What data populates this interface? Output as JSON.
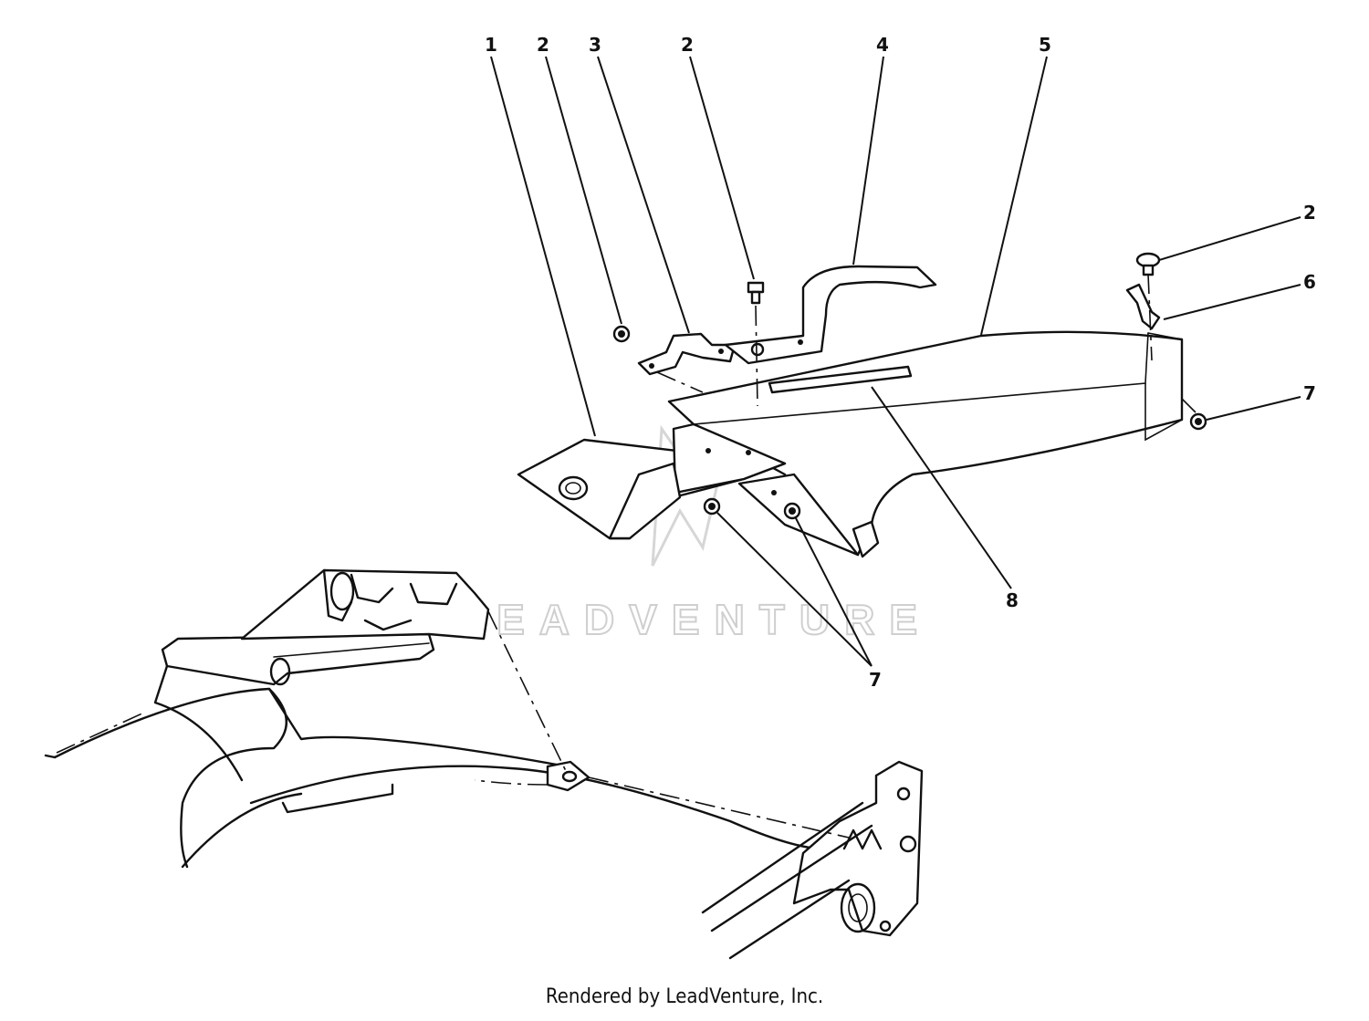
{
  "callouts": [
    "1",
    "2",
    "3",
    "2",
    "4",
    "5",
    "2",
    "6",
    "7",
    "8",
    "7"
  ],
  "watermark": "LEADVENTURE",
  "footer": "Rendered by LeadVenture, Inc."
}
